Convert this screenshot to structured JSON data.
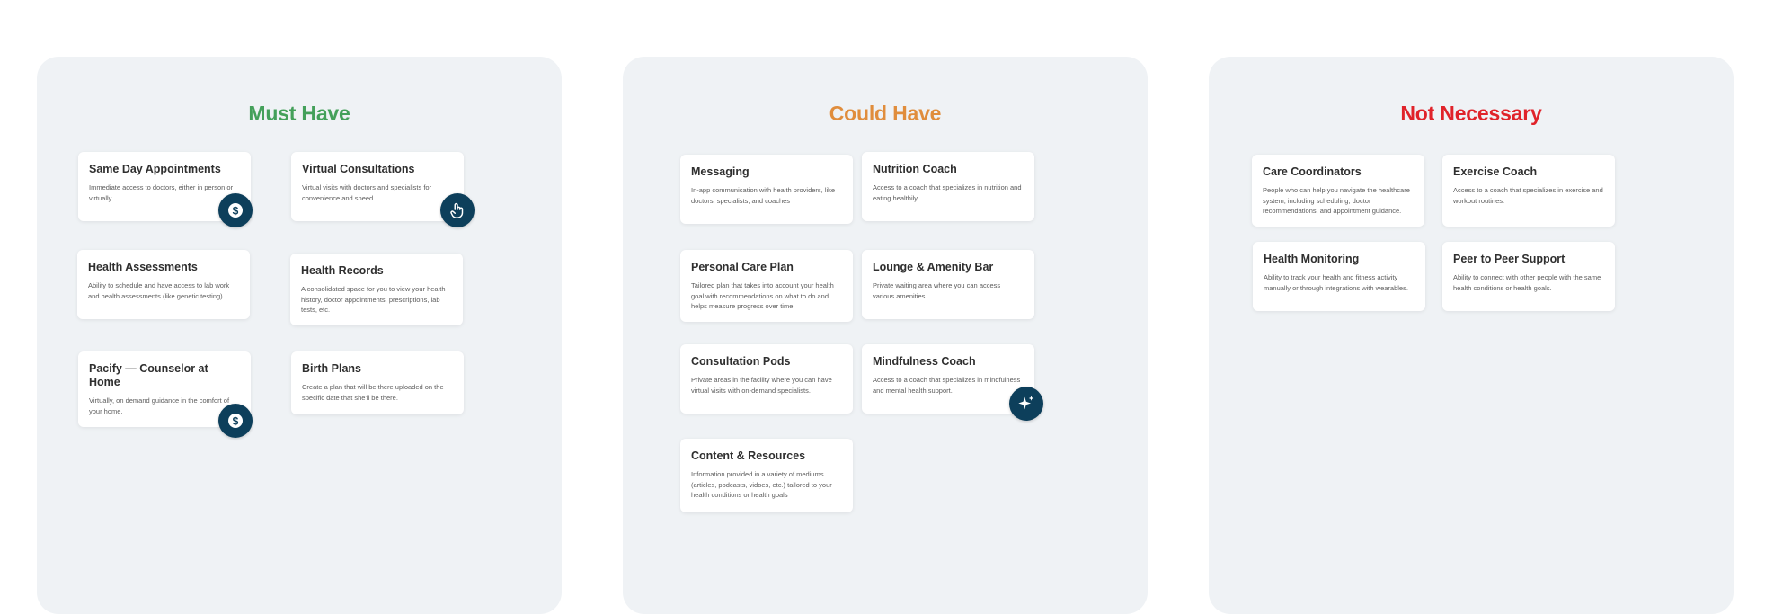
{
  "columns": {
    "must": {
      "title": "Must Have",
      "color": "#44a05a",
      "cards": [
        {
          "title": "Same Day Appointments",
          "desc": "Immediate access to doctors, either in person or virtually.",
          "badge": "dollar-icon"
        },
        {
          "title": "Virtual Consultations",
          "desc": "Virtual visits with doctors and specialists for convenience and speed.",
          "badge": "hand-pointer-icon"
        },
        {
          "title": "Health Assessments",
          "desc": "Ability to schedule and have access to lab work and health assessments (like genetic testing)."
        },
        {
          "title": "Health Records",
          "desc": "A consolidated space for you to view your health history, doctor appointments, prescriptions, lab tests, etc."
        },
        {
          "title": "Pacify — Counselor at Home",
          "desc": "Virtually, on demand guidance in the comfort of your home.",
          "badge": "dollar-icon"
        },
        {
          "title": "Birth Plans",
          "desc": "Create a plan that will be there uploaded on the specific date that she'll be there."
        }
      ]
    },
    "could": {
      "title": "Could Have",
      "color": "#e08d3c",
      "cards": [
        {
          "title": "Messaging",
          "desc": "In-app communication with health providers, like doctors, specialists, and coaches"
        },
        {
          "title": "Nutrition Coach",
          "desc": "Access to a coach that specializes in nutrition and eating healthily."
        },
        {
          "title": "Personal Care Plan",
          "desc": "Tailored plan that takes into account your health goal with recommendations on what to do and helps measure progress over time."
        },
        {
          "title": "Lounge & Amenity Bar",
          "desc": "Private waiting area where you can access various amenities."
        },
        {
          "title": "Consultation Pods",
          "desc": "Private areas in the facility where you can have virtual visits with on-demand specialists."
        },
        {
          "title": "Mindfulness Coach",
          "desc": "Access to a coach that specializes in mindfulness and mental health support.",
          "badge": "sparkle-icon"
        },
        {
          "title": "Content & Resources",
          "desc": "Information provided in a variety of mediums (articles, podcasts, vidoes, etc.)  tailored to your health conditions or health goals"
        }
      ]
    },
    "not": {
      "title": "Not Necessary",
      "color": "#e0232a",
      "cards": [
        {
          "title": "Care Coordinators",
          "desc": "People who can help you navigate the healthcare system, including scheduling, doctor recommendations, and appointment guidance."
        },
        {
          "title": "Exercise Coach",
          "desc": "Access to a coach that specializes in exercise and workout routines."
        },
        {
          "title": "Health Monitoring",
          "desc": "Ability to track your health and fitness activity manually or through integrations with wearables."
        },
        {
          "title": "Peer to Peer Support",
          "desc": "Ability to connect with other people with the same health conditions or health goals."
        }
      ]
    }
  },
  "badge_color": "#0d3f5b"
}
